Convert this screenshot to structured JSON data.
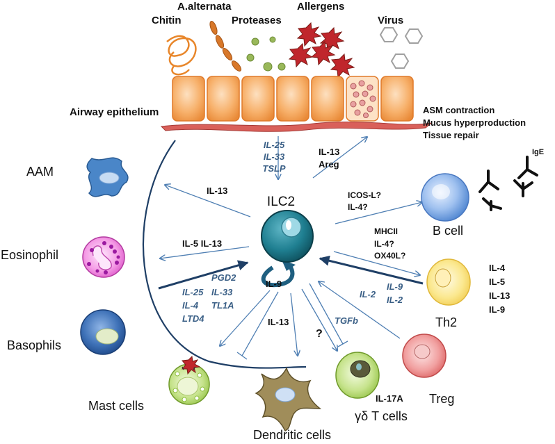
{
  "stimuli": {
    "chitin": "Chitin",
    "alternata": "A.alternata",
    "proteases": "Proteases",
    "allergens": "Allergens",
    "virus": "Virus"
  },
  "epithelium": {
    "label": "Airway epithelium",
    "outcome_1": "ASM contraction",
    "outcome_2": "Mucus hyperproduction",
    "outcome_3": "Tissue repair"
  },
  "center": {
    "label": "ILC2",
    "inputs": [
      "IL-25",
      "IL-33",
      "TSLP"
    ],
    "to_epithelium_1": "IL-13",
    "to_epithelium_2": "Areg",
    "autocrine": "IL-9"
  },
  "cells": {
    "aam": "AAM",
    "eosinophil": "Eosinophil",
    "basophils": "Basophils",
    "mast": "Mast cells",
    "dendritic": "Dendritic cells",
    "gdt": "γδ T cells",
    "treg": "Treg",
    "th2": "Th2",
    "bcell": "B cell",
    "ige": "IgE"
  },
  "edges": {
    "aam": "IL-13",
    "eosinophil": "IL-5 IL-13",
    "basophil_factors": [
      "PGD2",
      "IL-25",
      "IL-33",
      "IL-4",
      "TL1A",
      "LTD4"
    ],
    "dendritic": "IL-13",
    "gdt_question": "?",
    "gdt_factor": "TGFb",
    "gdt_output": "IL-17A",
    "treg_factor": "IL-2",
    "th2_to_ilc2_1": "IL-9",
    "th2_to_ilc2_2": "IL-2",
    "ilc2_to_th2_1": "MHCII",
    "ilc2_to_th2_2": "IL-4?",
    "ilc2_to_th2_3": "OX40L?",
    "bcell_1": "ICOS-L?",
    "bcell_2": "IL-4?",
    "th2_cytokines": [
      "IL-4",
      "IL-5",
      "IL-13",
      "IL-9"
    ]
  },
  "colors": {
    "arrow_blue": "#4f7fb3",
    "dark_arrow": "#1f3f66",
    "epithelium_orange": "#f5a55a",
    "ilc2_teal": "#1f7f91"
  }
}
